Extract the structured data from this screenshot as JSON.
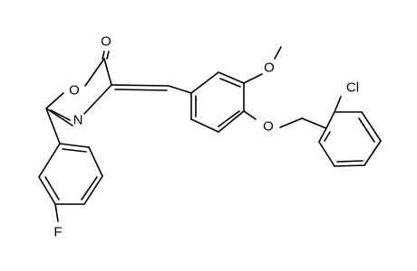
{
  "molecule": {
    "atom_labels": {
      "O_carbonyl": "O",
      "O_ring": "O",
      "N_ring": "N",
      "F": "F",
      "O_methoxy": "O",
      "O_ether": "O",
      "Cl": "Cl"
    },
    "colors": {
      "bond": "#000000",
      "label": "#000000",
      "background": "#ffffff"
    }
  }
}
